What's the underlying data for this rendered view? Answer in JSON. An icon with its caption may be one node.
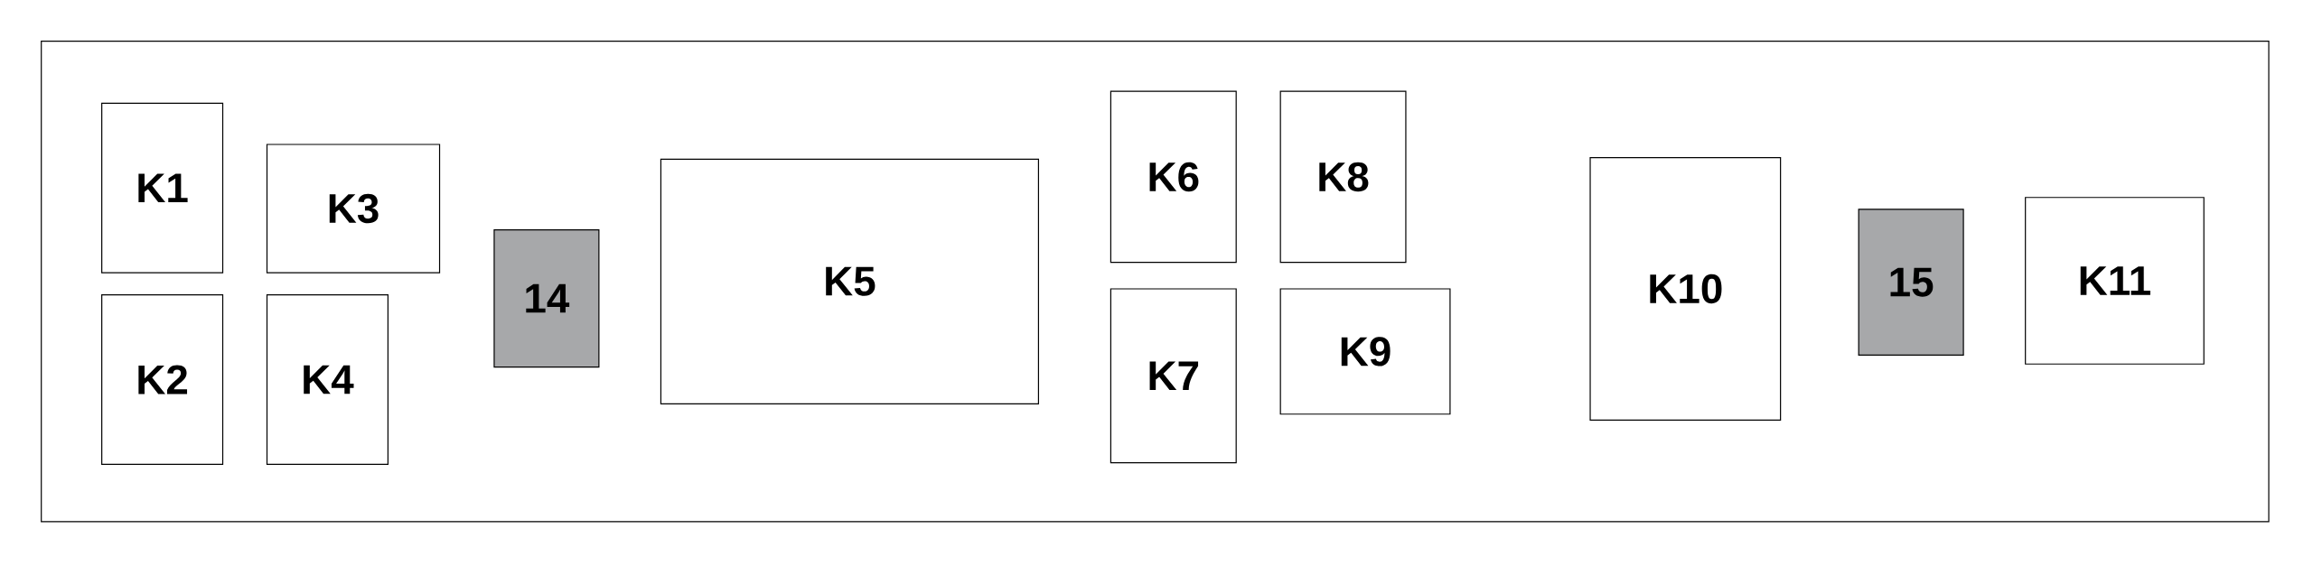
{
  "diagram": {
    "nodes": [
      {
        "text": [
          "K1"
        ]
      },
      {
        "text": [
          "K2"
        ]
      },
      {
        "text": [
          "K3"
        ]
      },
      {
        "text": [
          "K4"
        ]
      },
      {
        "text": [
          "14"
        ]
      },
      {
        "text": [
          "K5"
        ]
      },
      {
        "text": [
          "K6"
        ]
      },
      {
        "text": [
          "K7"
        ]
      },
      {
        "text": [
          "K8"
        ]
      },
      {
        "text": [
          "K9"
        ]
      },
      {
        "text": [
          "K10"
        ]
      },
      {
        "text": [
          "15"
        ]
      },
      {
        "text": [
          "K11"
        ]
      }
    ]
  }
}
